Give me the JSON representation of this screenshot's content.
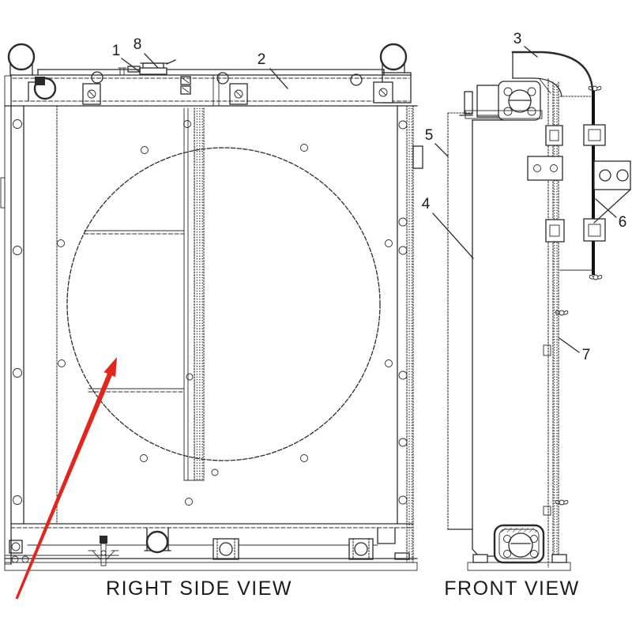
{
  "diagram": {
    "titles": {
      "right_side_view": "RIGHT SIDE VIEW",
      "front_view": "FRONT VIEW"
    },
    "callouts": {
      "c1": "1",
      "c2": "2",
      "c3": "3",
      "c4": "4",
      "c5": "5",
      "c6": "6",
      "c7": "7",
      "c8": "8"
    },
    "colors": {
      "line": "#2b2b2b",
      "arrow": "#e3261d",
      "background": "#ffffff"
    }
  }
}
